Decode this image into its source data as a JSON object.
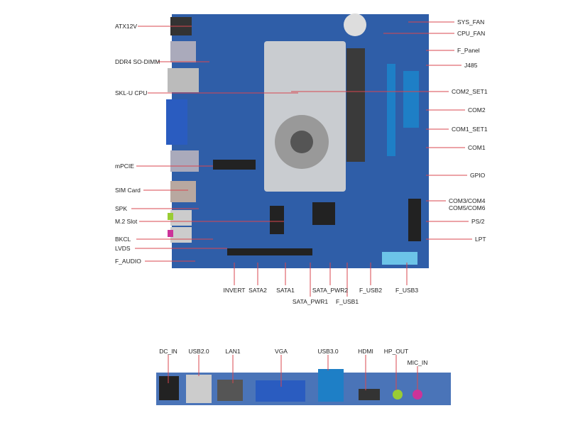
{
  "colors": {
    "board": "#2f5ea8",
    "leader": "#d8474f",
    "heatsink": "#c9ccd0",
    "dimm": "#3a3a3a"
  },
  "left_labels": [
    "ATX12V",
    "DDR4 SO-DIMM",
    "SKL-U CPU",
    "mPCIE",
    "SIM  Card",
    "SPK",
    "M.2 Slot",
    "BKCL",
    "LVDS",
    "F_AUDIO"
  ],
  "right_labels": [
    "SYS_FAN",
    "CPU_FAN",
    "F_Panel",
    "J485",
    "COM2_SET1",
    "COM2",
    "COM1_SET1",
    "COM1",
    "GPIO",
    "COM3/COM4",
    "COM5/COM6",
    "PS/2",
    "LPT"
  ],
  "bottom_labels": [
    "INVERT",
    "SATA2",
    "SATA1",
    "SATA_PWR1",
    "SATA_PWR2",
    "F_USB1",
    "F_USB2",
    "F_USB3"
  ],
  "rear_labels": [
    "DC_IN",
    "USB2.0",
    "LAN1",
    "VGA",
    "USB3.0",
    "HDMI",
    "HP_OUT",
    "MIC_IN"
  ]
}
